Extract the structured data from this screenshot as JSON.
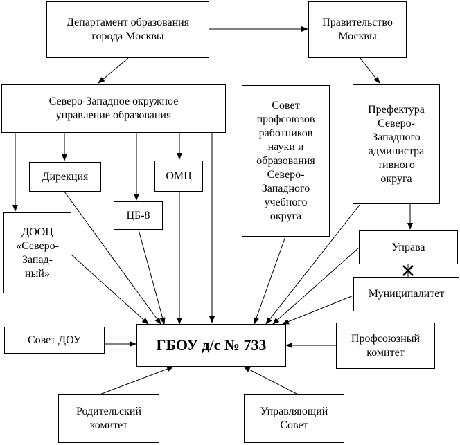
{
  "nodes": {
    "dept": "Департамент образования\nгорода Москвы",
    "gov": "Правительство\nМосквы",
    "szou": "Северо-Западное окружное\nуправление образования",
    "union": "Совет\nпрофсоюзов\nработников\nнауки и\nобразования\nСеверо-\nЗападного\nучебного\nокруга",
    "prefecture": "Префектура\nСеверо-\nЗападного\nадминистра\nтивного\nокруга",
    "direction": "Дирекция",
    "omc": "ОМЦ",
    "cb8": "ЦБ-8",
    "dooc": "ДООЦ\n«Северо-\nЗапад-\nный»",
    "uprava": "Управа",
    "municipality": "Муниципалитет",
    "council": "Совет ДОУ",
    "main": "ГБОУ д/с № 733",
    "tradeunion": "Профсоюзный\nкомитет",
    "parents": "Родительский\nкомитет",
    "board": "Управляющий\nСовет"
  }
}
